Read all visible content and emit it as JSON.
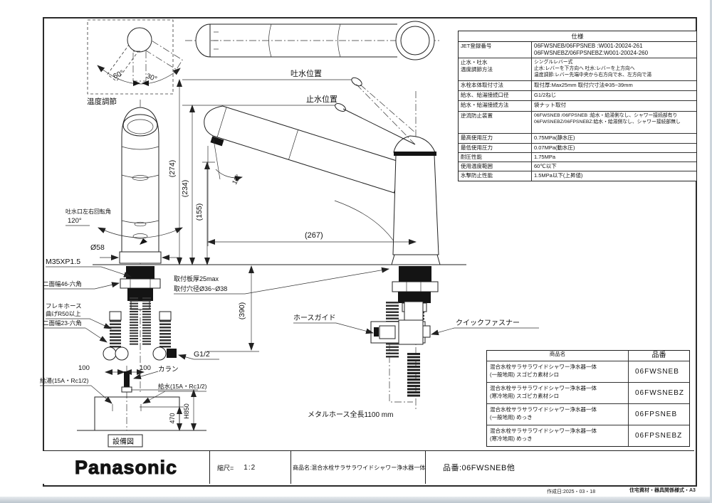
{
  "doc": {
    "footer_left": "作成日:2025・03・18",
    "footer_right": "住宅資材・器具関係様式・A3"
  },
  "title_block": {
    "logo": "Panasonic",
    "scale_label": "縮尺=",
    "scale_value": "1:2",
    "product_name": "商品名:混合水栓サラサラワイドシャワー浄水器一体",
    "part_no": "品番:06FWSNEB他"
  },
  "spec_table": {
    "title": "仕様",
    "rows": [
      {
        "label": "JET登録番号",
        "value": [
          "06FWSNEB/06FPSNEB :W001-20024-261",
          "06FWSNEBZ/06FPSNEBZ:W001-20024-260"
        ]
      },
      {
        "label": [
          "止水・吐水",
          "温度調節方法"
        ],
        "value": [
          "シングルレバー式",
          "止水:レバーを下方向へ  吐水:レバーを上方向へ",
          "温度調節:レバー先端中央から右方向で水、左方向で湯"
        ]
      },
      {
        "label": "水栓本体取付寸法",
        "value": "取付厚:Max25mm 取付穴寸法Φ35~39mm"
      },
      {
        "label": "給水、給湯接続口径",
        "value": "G1/2ねじ"
      },
      {
        "label": "給水・給湯接続方法",
        "value": "袋ナット取付"
      },
      {
        "label": "逆流防止装置",
        "value": [
          "06FWSNEB /06FPSNEB :給水・給湯側なし、シャワー接続部有り",
          "06FWSNEBZ/06FPSNEBZ:給水・給湯側なし、シャワー接続部無し"
        ]
      },
      {
        "label": "最高使用圧力",
        "value": "0.75MPa(静水圧)"
      },
      {
        "label": "最低使用圧力",
        "value": "0.07MPa(動水圧)"
      },
      {
        "label": "耐圧性能",
        "value": "1.75MPa"
      },
      {
        "label": "使用温度範囲",
        "value": "60℃以下"
      },
      {
        "label": "水撃防止性能",
        "value": "1.5MPa以下(上昇値)"
      }
    ]
  },
  "product_table": {
    "headers": {
      "name": "商品名",
      "code": "品番"
    },
    "rows": [
      {
        "name": [
          "混合水栓サラサラワイドシャワー浄水器一体",
          "(一般地用) スゴピカ素材シロ"
        ],
        "code": "06FWSNEB"
      },
      {
        "name": [
          "混合水栓サラサラワイドシャワー浄水器一体",
          "(寒冷地用) スゴピカ素材シロ"
        ],
        "code": "06FWSNEBZ"
      },
      {
        "name": [
          "混合水栓サラサラワイドシャワー浄水器一体",
          "(一般地用) めっき"
        ],
        "code": "06FPSNEB"
      },
      {
        "name": [
          "混合水栓サラサラワイドシャワー浄水器一体",
          "(寒冷地用) めっき"
        ],
        "code": "06FPSNEBZ"
      }
    ]
  },
  "drawing": {
    "temp_detail": {
      "label": "温度調節",
      "angle_left": "60°",
      "angle_right": "30°"
    },
    "positions": {
      "spout": "吐水位置",
      "stop": "止水位置"
    },
    "front": {
      "rotation_caption": "吐水口左右回転角",
      "rotation_angle": "120°",
      "dia": "Ø58",
      "thread": "M35XP1.5",
      "hex46": "二面幅46-六角",
      "flex_line1": "フレキホース",
      "flex_line2": "曲げR50以上",
      "hex23": "二面幅23-六角",
      "g12": "G1/2",
      "dim100_left": "100",
      "dim100_right": "100",
      "karan": "カラン",
      "hot_supply": "給湯(15A・Rc1/2)",
      "cold_supply": "給水(15A・Rc1/2)",
      "dim470": "470",
      "dim_h850": "H850",
      "plan_caption": "設備図"
    },
    "side": {
      "dim274": "(274)",
      "dim234": "(234)",
      "dim155": "(155)",
      "angle12": "12°",
      "dim267": "(267)",
      "plate_note": "取付板厚25max",
      "hole_note": "取付穴径Ø36~Ø38",
      "dim390": "(390)",
      "hose_guide": "ホースガイド",
      "quick_fastener": "クイックファスナー",
      "metal_hose": "メタルホース全長1100  mm"
    }
  }
}
